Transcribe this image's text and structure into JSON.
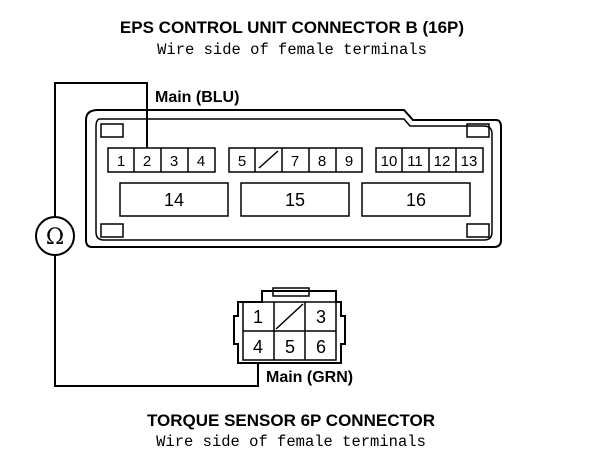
{
  "eps_connector": {
    "title": "EPS CONTROL UNIT CONNECTOR B (16P)",
    "subtitle": "Wire side of female terminals",
    "wire_label": "Main (BLU)",
    "pins": {
      "p1": "1",
      "p2": "2",
      "p3": "3",
      "p4": "4",
      "p5": "5",
      "p7": "7",
      "p8": "8",
      "p9": "9",
      "p10": "10",
      "p11": "11",
      "p12": "12",
      "p13": "13",
      "p14": "14",
      "p15": "15",
      "p16": "16"
    }
  },
  "torque_sensor": {
    "title": "TORQUE SENSOR 6P CONNECTOR",
    "subtitle": "Wire side of female terminals",
    "wire_label": "Main (GRN)",
    "pins": {
      "p1": "1",
      "p3": "3",
      "p4": "4",
      "p5": "5",
      "p6": "6"
    }
  },
  "meter": {
    "symbol": "Ω"
  }
}
